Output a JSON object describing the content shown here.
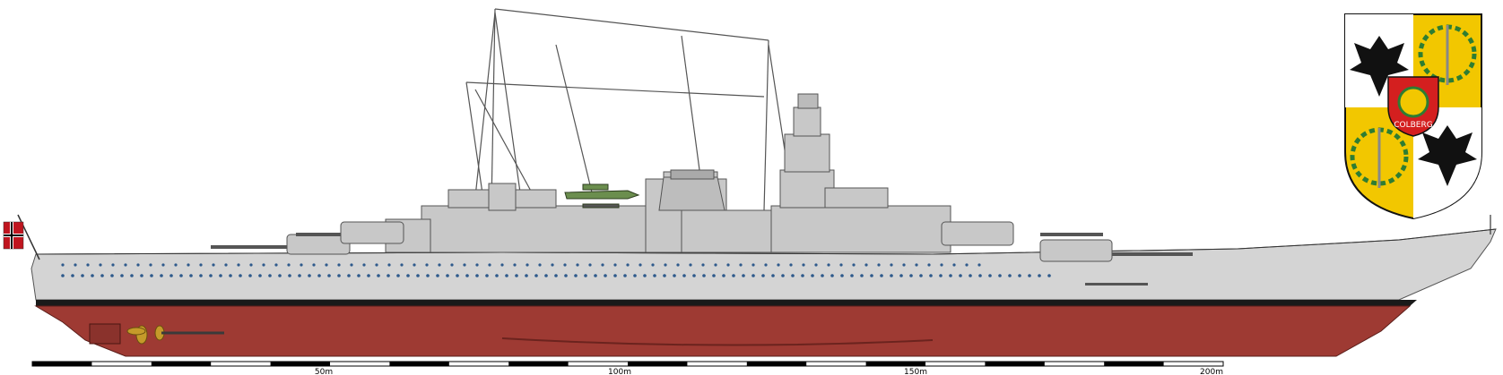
{
  "scale_bar": {
    "labels": [
      "50m",
      "100m",
      "150m",
      "200m"
    ],
    "unit": "m"
  },
  "crest": {
    "motto": "COLBERG",
    "icon": "coat-of-arms-icon"
  },
  "colors": {
    "hull_grey": "#d4d4d4",
    "superstructure_grey": "#c8c8c8",
    "antifouling_red": "#9e3a33",
    "boot_topping": "#1a1a1a",
    "porthole_blue": "#2e5a8c",
    "crest_gold": "#f2c700",
    "crest_red": "#d41f1f",
    "crest_green": "#2e7d32"
  }
}
